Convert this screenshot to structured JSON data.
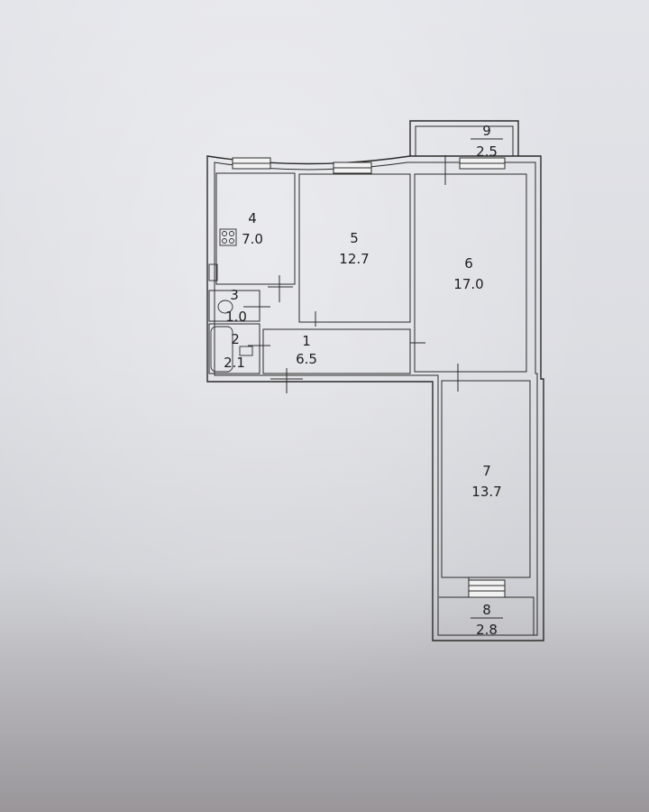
{
  "rooms": [
    {
      "id": "r1",
      "number": "1",
      "area": "6.5"
    },
    {
      "id": "r2",
      "number": "2",
      "area": "2.1"
    },
    {
      "id": "r3",
      "number": "3",
      "area": "1.0"
    },
    {
      "id": "r4",
      "number": "4",
      "area": "7.0"
    },
    {
      "id": "r5",
      "number": "5",
      "area": "12.7"
    },
    {
      "id": "r6",
      "number": "6",
      "area": "17.0"
    },
    {
      "id": "r7",
      "number": "7",
      "area": "13.7"
    },
    {
      "id": "r8",
      "number": "8",
      "area": "2.8"
    },
    {
      "id": "r9",
      "number": "9",
      "area": "2.5"
    }
  ]
}
